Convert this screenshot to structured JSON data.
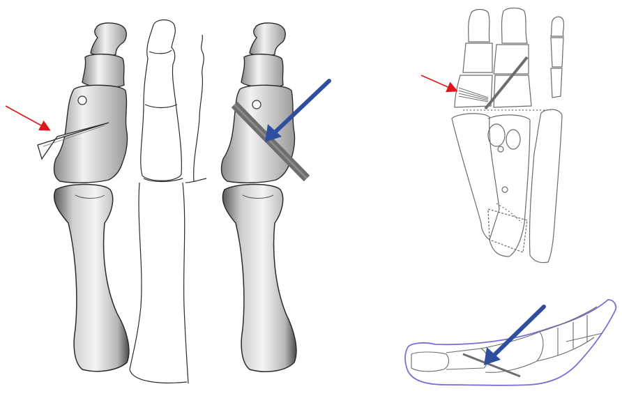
{
  "figure": {
    "panels": [
      {
        "id": "left-toe-wedge-osteotomy"
      },
      {
        "id": "left-toe-outline"
      },
      {
        "id": "left-toe-screw-fixation"
      },
      {
        "id": "foot-dorsal-schematic"
      },
      {
        "id": "foot-lateral-schematic"
      }
    ]
  },
  "colors": {
    "bone_fill": "#ececec",
    "bone_shade": "#9a9a9a",
    "outline": "#2a2a2a",
    "red_arrow": "#e4141b",
    "blue_arrow": "#2f4f9e",
    "screw": "#6d6d6d",
    "skin_outline": "#7b6fd6"
  },
  "icons": [
    "red-arrow-icon",
    "blue-arrow-icon",
    "wedge-icon",
    "screw-icon"
  ]
}
